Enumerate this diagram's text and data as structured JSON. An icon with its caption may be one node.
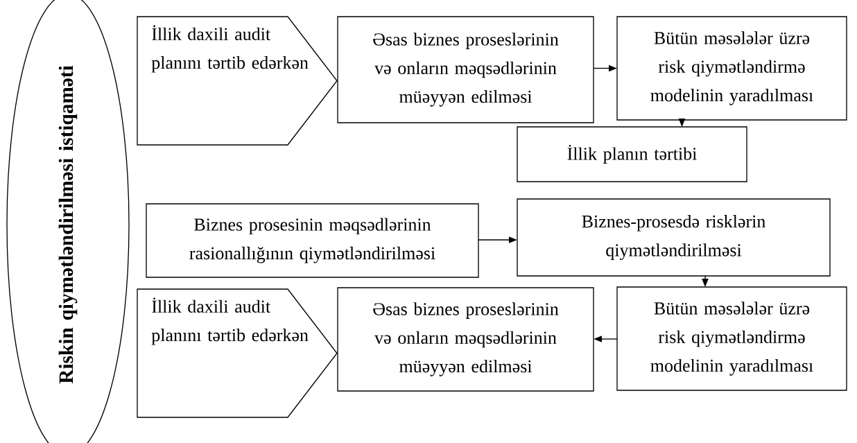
{
  "diagram": {
    "nodes": [
      {
        "text": [
          "Riskin qiymətləndirilməsi istiqaməti"
        ]
      },
      {
        "text": [
          "İllik daxili audit planını tərtib edərkən"
        ]
      },
      {
        "text": [
          "Əsas biznes proseslərinin və onların məqsədlərinin müəyyən edilməsi"
        ]
      },
      {
        "text": [
          "Bütün məsələlər üzrə risk qiymətləndirmə modelinin yaradılması"
        ]
      },
      {
        "text": [
          "İllik planın tərtibi"
        ]
      },
      {
        "text": [
          "Biznes prosesinin məqsədlərinin rasionallığının qiymətləndirilməsi"
        ]
      },
      {
        "text": [
          "Biznes-prosesdə risklərin qiymətləndirilməsi"
        ]
      },
      {
        "text": [
          "İllik daxili audit planını tərtib edərkən"
        ]
      },
      {
        "text": [
          "Əsas biznes proseslərinin və onların məqsədlərinin müəyyən edilməsi"
        ]
      },
      {
        "text": [
          "Bütün məsələlər üzrə risk qiymətləndirmə modelinin yaradılması"
        ]
      }
    ],
    "edges": [
      {
        "from": 2,
        "to": 3,
        "arrow": "to"
      },
      {
        "from": 3,
        "to": 4,
        "arrow": "to"
      },
      {
        "from": 5,
        "to": 6,
        "arrow": "to"
      },
      {
        "from": 6,
        "to": 9,
        "arrow": "to"
      },
      {
        "from": 9,
        "to": 8,
        "arrow": "to"
      }
    ]
  }
}
